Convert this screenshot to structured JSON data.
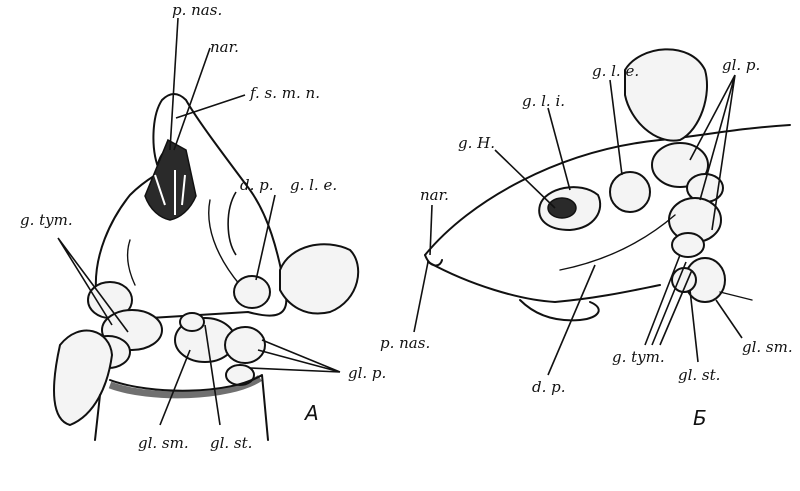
{
  "panels": {
    "A": {
      "letter": "A",
      "labels": {
        "p_nas": "p. nas.",
        "nar": "nar.",
        "f_s_m_n": "f. s. m. n.",
        "g_tym": "g. tym.",
        "d_p": "d. p.",
        "g_l_e": "g. l. e.",
        "gl_p": "gl. p.",
        "gl_sm": "gl. sm.",
        "gl_st": "gl. st."
      }
    },
    "B": {
      "letter": "Б",
      "labels": {
        "g_H": "g. H.",
        "g_l_i": "g. l. i.",
        "g_l_e": "g. l. e.",
        "gl_p": "gl. p.",
        "nar": "nar.",
        "p_nas": "p. nas.",
        "d_p": "d. p.",
        "g_tym": "g. tym.",
        "gl_st": "gl. st.",
        "gl_sm": "gl. sm."
      }
    }
  }
}
